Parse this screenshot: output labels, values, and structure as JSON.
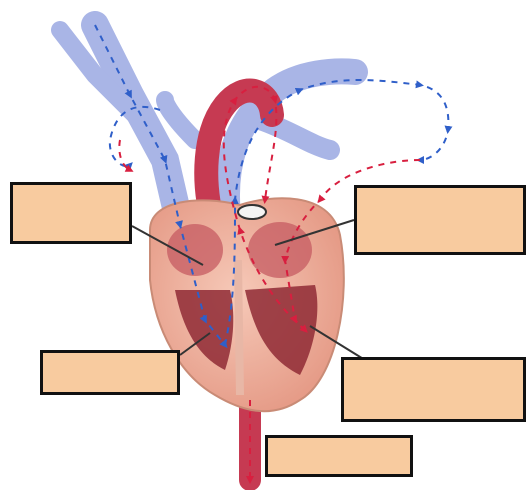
{
  "diagram": {
    "labels": [
      {
        "id": "box-top-left",
        "text": ""
      },
      {
        "id": "box-top-right",
        "text": ""
      },
      {
        "id": "box-mid-left",
        "text": ""
      },
      {
        "id": "box-mid-right",
        "text": ""
      },
      {
        "id": "box-bottom",
        "text": ""
      }
    ]
  },
  "colors": {
    "label_fill": "#f8cb9f",
    "label_border": "#111111",
    "deoxygenated_blood": "#9aa8dc",
    "oxygenated_blood": "#d9435a",
    "heart_wall": "#f0b9a8",
    "leader_line": "#333333"
  }
}
